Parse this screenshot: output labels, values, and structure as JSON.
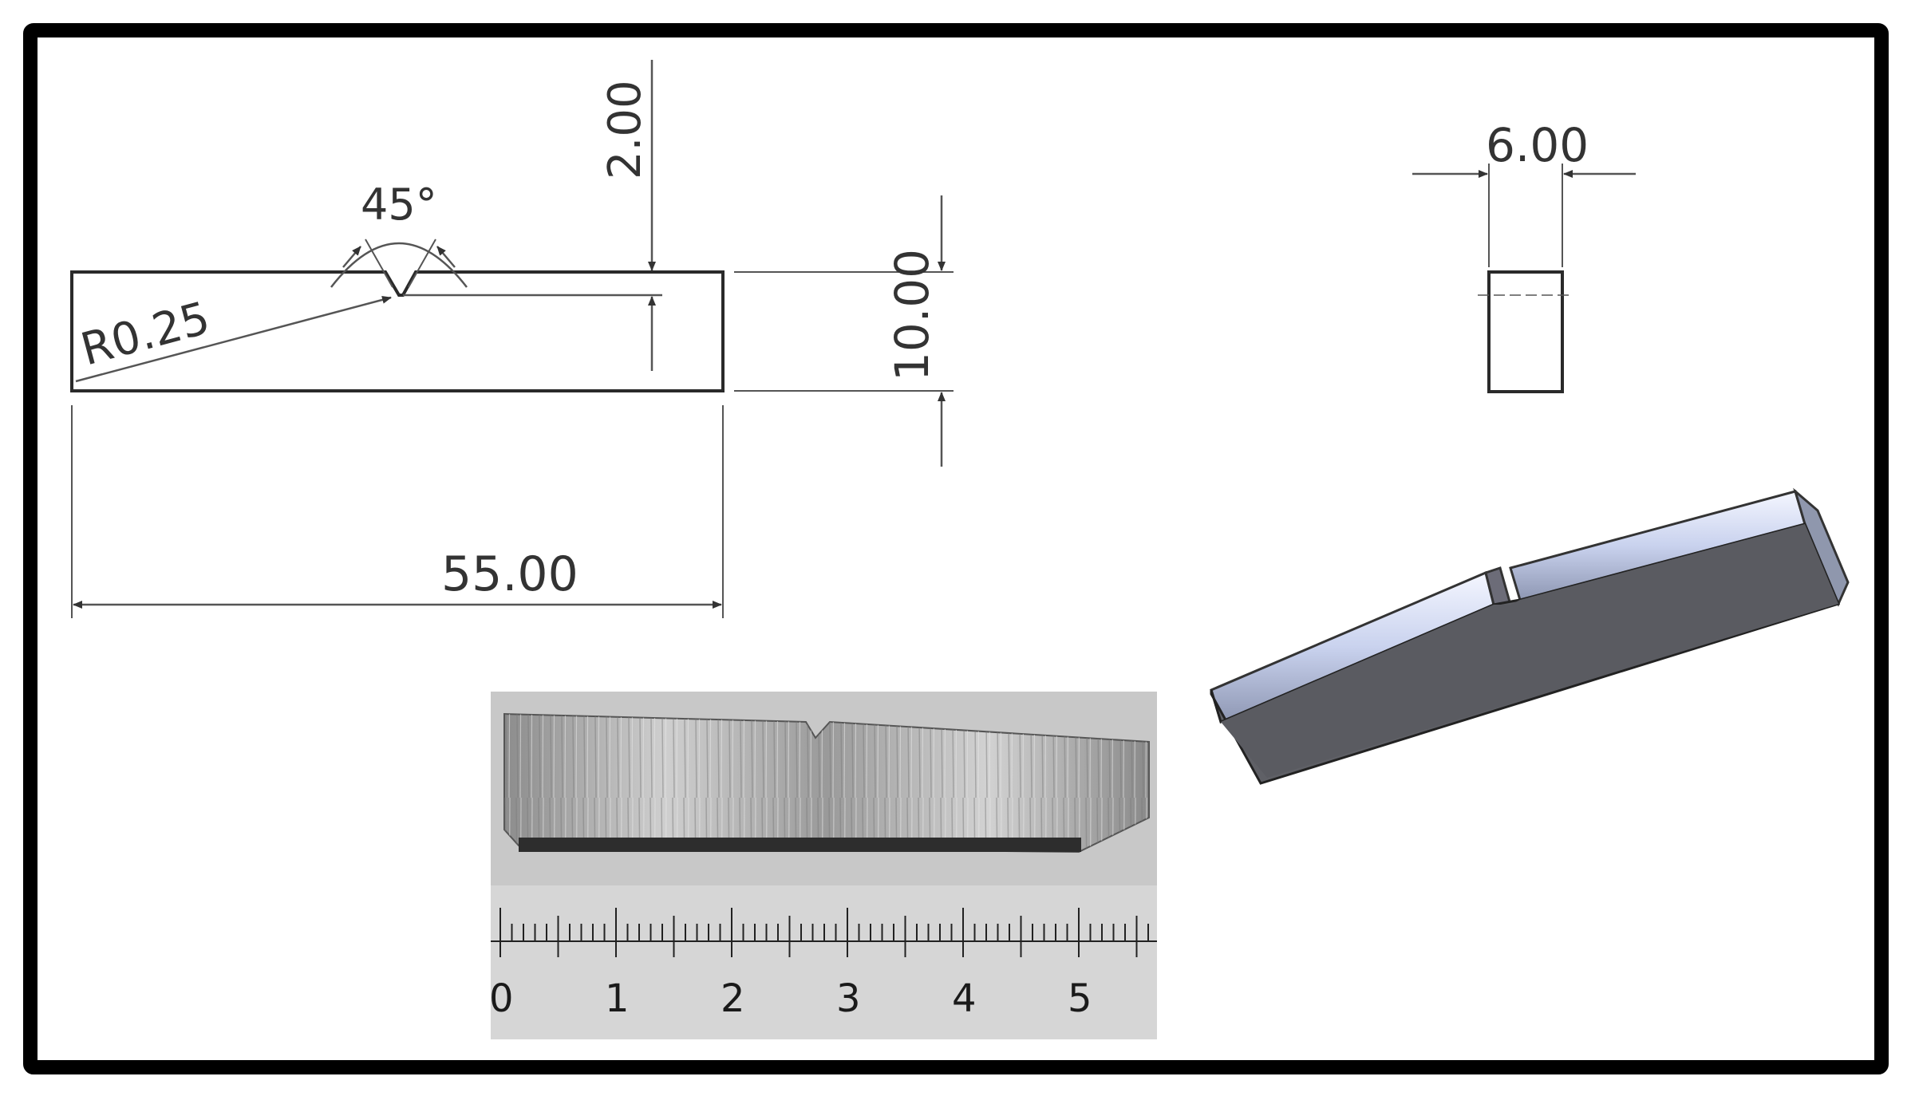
{
  "drawing": {
    "front_view": {
      "length_label": "55.00",
      "height_label": "10.00",
      "notch_depth_label": "2.00",
      "notch_angle_label": "45°",
      "notch_radius_label": "R0.25"
    },
    "side_view": {
      "width_label": "6.00"
    },
    "photo_ruler": {
      "numbers": [
        "0",
        "1",
        "2",
        "3",
        "4",
        "5"
      ]
    }
  },
  "colors": {
    "frame": "#000000",
    "line": "#2a2a2a",
    "model_front": "#5f6066",
    "model_top": "#c9d2ee",
    "metal": "#a9a9a9",
    "photo_bg": "#c8c8c8"
  }
}
